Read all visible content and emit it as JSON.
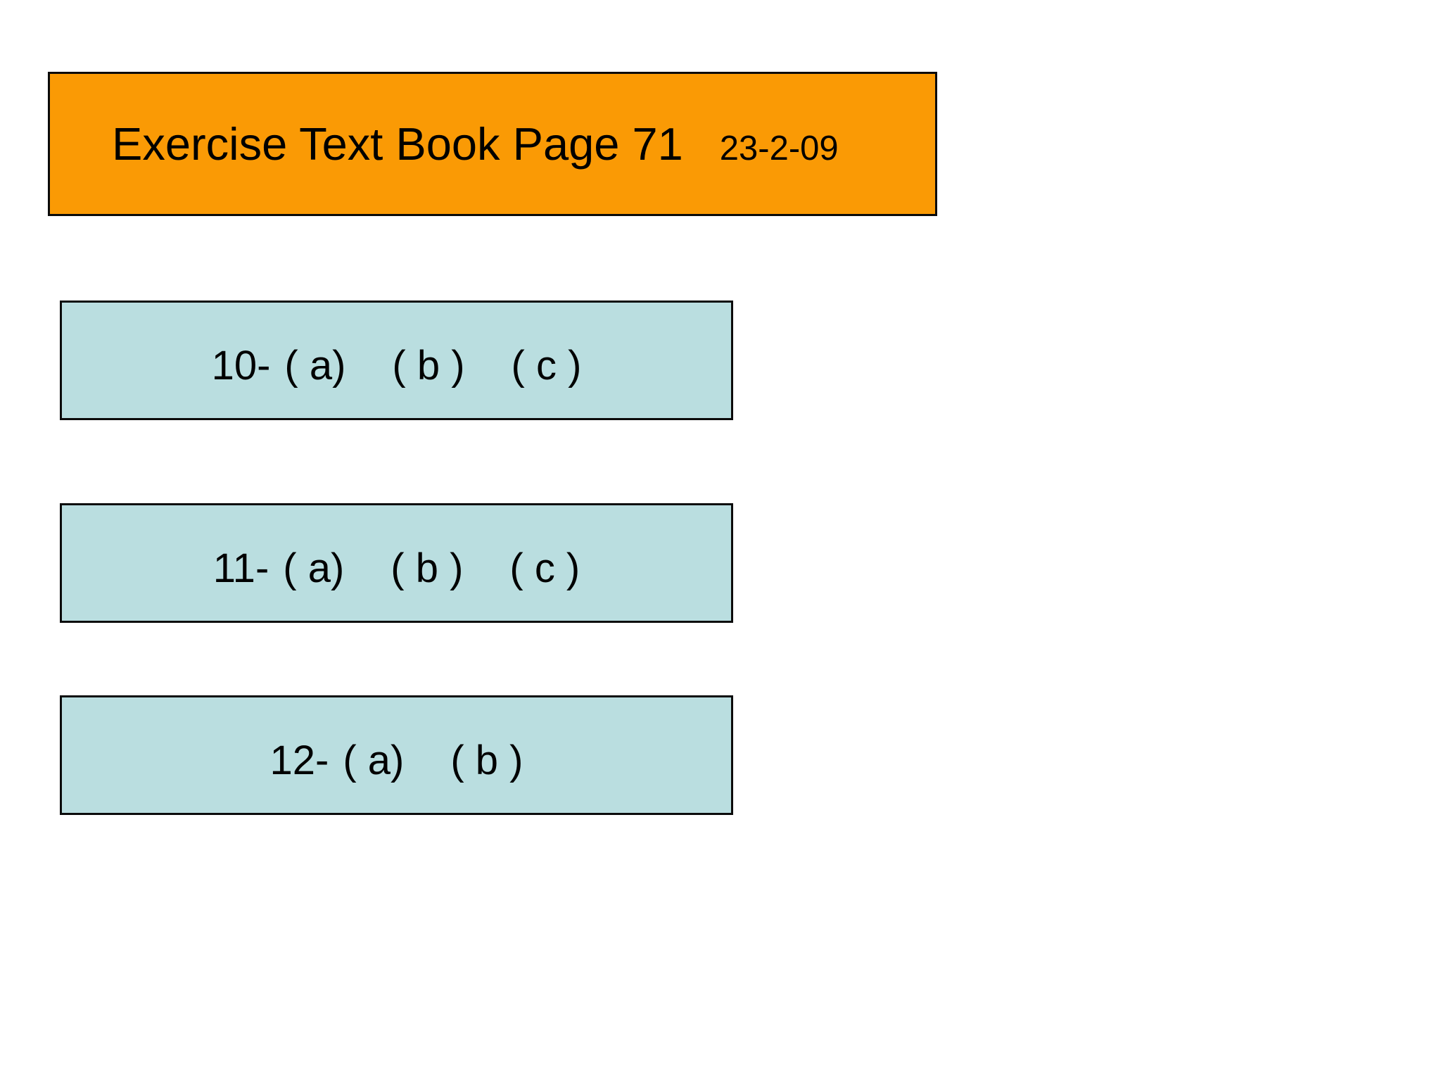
{
  "colors": {
    "header_bg": "#FA9A05",
    "exercise_box_bg": "#BADEE0",
    "border": "#0B0B0B",
    "text": "#000000",
    "background": "#FFFFFF"
  },
  "header": {
    "title": "Exercise Text Book Page 71",
    "date": "23-2-09"
  },
  "exercises": [
    {
      "number": "10-",
      "parts": [
        "( a)",
        "( b )",
        "( c )"
      ]
    },
    {
      "number": "11-",
      "parts": [
        "( a)",
        "( b )",
        "( c )"
      ]
    },
    {
      "number": "12-",
      "parts": [
        "( a)",
        "( b )"
      ]
    }
  ]
}
